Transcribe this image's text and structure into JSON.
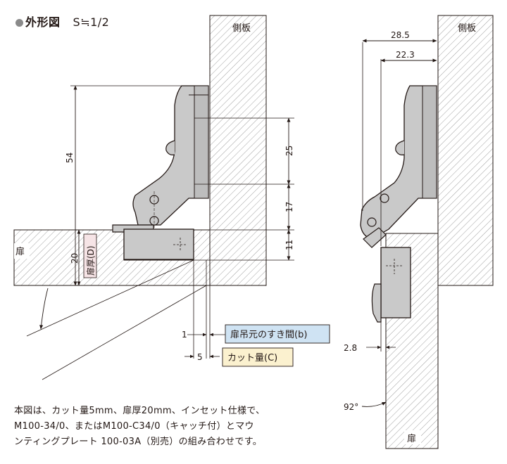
{
  "title": {
    "label": "外形図",
    "scale": "S≒1/2"
  },
  "labels": {
    "side_panel_left": "側板",
    "side_panel_right": "側板",
    "door_left": "扉",
    "door_right": "扉",
    "door_thickness": "扉厚(D)",
    "hinge_gap": "扉吊元のすき間(b)",
    "cut_amount": "カット量(C)"
  },
  "dimensions": {
    "d54": "54",
    "d25": "25",
    "d17": "17",
    "d11": "11",
    "d20": "20",
    "d1": "1",
    "d5": "5",
    "d28_5": "28.5",
    "d22_3": "22.3",
    "d2_8": "2.8",
    "angle": "92°"
  },
  "note_lines": [
    "本図は、カット量5mm、扉厚20mm、インセット仕様で、",
    "M100-34/0、またはM100-C34/0（キャッチ付）とマウ",
    "ンティングプレート 100-03A（別売）の組み合わせです。"
  ],
  "colors": {
    "hinge_fill": "#c9c9c9",
    "hatch": "#9a9a9a",
    "line": "#231815",
    "gap_box_bg": "#cfe3f3",
    "cut_box_bg": "#fbf1cf",
    "thickness_box_bg": "#f6e4e6"
  }
}
